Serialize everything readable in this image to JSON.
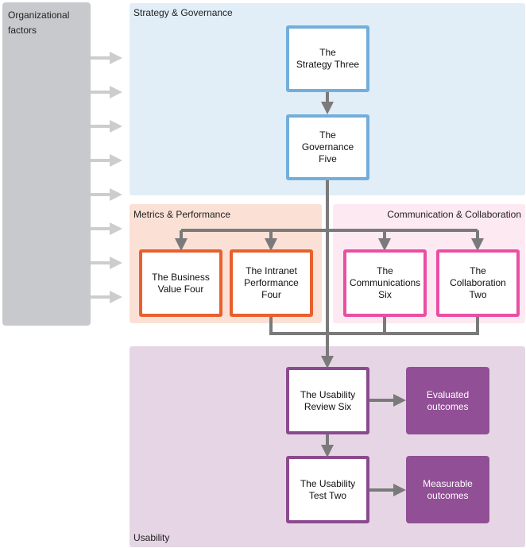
{
  "org_panel": {
    "label": "Organizational\nfactors"
  },
  "panels": {
    "strategy": "Strategy & Governance",
    "metrics": "Metrics & Performance",
    "communication": "Communication & Collaboration",
    "usability": "Usability"
  },
  "nodes": {
    "strategy_three": "The\nStrategy Three",
    "governance_five": "The\nGovernance\nFive",
    "business_value": "The Business\nValue Four",
    "intranet_performance": "The Intranet\nPerformance\nFour",
    "communications_six": "The\nCommunications\nSix",
    "collaboration_two": "The\nCollaboration\nTwo",
    "usability_review": "The Usability\nReview Six",
    "usability_test": "The Usability\nTest Two"
  },
  "outcomes": {
    "evaluated": "Evaluated\noutcomes",
    "measurable": "Measurable\noutcomes"
  },
  "colors": {
    "org_panel": "#c8c9cc",
    "strategy_panel": "#e1eef8",
    "strategy_border": "#72aedb",
    "metrics_panel": "#fbe0d5",
    "metrics_border": "#e8602d",
    "comm_panel": "#fde9f2",
    "comm_border": "#e94fa3",
    "usability_panel": "#e6d6e5",
    "usability_border": "#8a4b8e",
    "outcome_fill": "#914f96",
    "arrow": "#7a7a7a",
    "org_arrow": "#cdcdcd"
  }
}
